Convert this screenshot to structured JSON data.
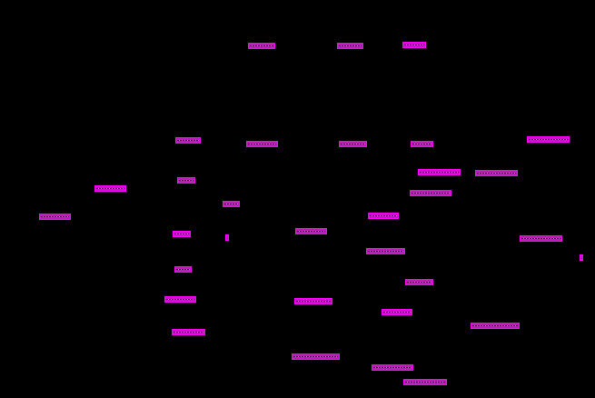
{
  "diagram": {
    "background_color": "#000000",
    "node_color": "#c218c2",
    "nodes": [
      {
        "id": "n01",
        "label": ""
      },
      {
        "id": "n02",
        "label": ""
      },
      {
        "id": "n03",
        "label": ""
      },
      {
        "id": "n04",
        "label": ""
      },
      {
        "id": "n05",
        "label": ""
      },
      {
        "id": "n06",
        "label": ""
      },
      {
        "id": "n07",
        "label": ""
      },
      {
        "id": "n08",
        "label": ""
      },
      {
        "id": "n09",
        "label": ""
      },
      {
        "id": "n10",
        "label": ""
      },
      {
        "id": "n11",
        "label": ""
      },
      {
        "id": "n12",
        "label": ""
      },
      {
        "id": "n13",
        "label": ""
      },
      {
        "id": "n14",
        "label": ""
      },
      {
        "id": "n15",
        "label": ""
      },
      {
        "id": "n16",
        "label": ""
      },
      {
        "id": "n17",
        "label": ""
      },
      {
        "id": "n18",
        "label": ""
      },
      {
        "id": "n19",
        "label": ""
      },
      {
        "id": "n20",
        "label": ""
      },
      {
        "id": "n21",
        "label": ""
      },
      {
        "id": "n22",
        "label": ""
      },
      {
        "id": "n23",
        "label": ""
      },
      {
        "id": "n24",
        "label": ""
      },
      {
        "id": "n25",
        "label": ""
      },
      {
        "id": "n26",
        "label": ""
      },
      {
        "id": "n27",
        "label": ""
      },
      {
        "id": "n28",
        "label": ""
      },
      {
        "id": "n29",
        "label": ""
      },
      {
        "id": "n30",
        "label": ""
      },
      {
        "id": "n31",
        "label": ""
      },
      {
        "id": "n32",
        "label": ""
      },
      {
        "id": "n33",
        "label": ""
      },
      {
        "id": "n34",
        "label": ""
      },
      {
        "id": "n35",
        "label": ""
      },
      {
        "id": "n36",
        "label": ""
      }
    ]
  }
}
